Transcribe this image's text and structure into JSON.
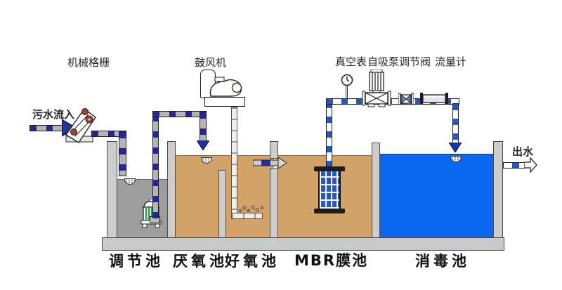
{
  "figure": {
    "type": "process-flow-diagram",
    "subject": "MBR membrane wastewater treatment process"
  },
  "labels": {
    "inflow": "污水流入",
    "outflow": "出水",
    "mechanical_screen": "机械格栅",
    "blower": "鼓风机",
    "vacuum_gauge": "真空表",
    "self_priming_pump": "自吸泵",
    "regulating_valve": "调节阀",
    "flow_meter": "流量计"
  },
  "tanks": [
    {
      "name": "调节池",
      "water_color": "#9d9d9d"
    },
    {
      "name": "厌氧池",
      "water_color": "#d2a267"
    },
    {
      "name": "好氧池",
      "water_color": "#d2a267"
    },
    {
      "name": "MBR膜池",
      "water_color": "#d2a267"
    },
    {
      "name": "消毒池",
      "water_color": "#0a67f2"
    }
  ],
  "colors": {
    "sewage_pipe_blue": "#23279b",
    "suction_pipe_blue": "#2157c8",
    "wall_gray": "#cdcdcd",
    "membrane_blue": "#2857c0",
    "pump_stripe_green": "#2f9e57",
    "screen_roller_brown": "#9a4632",
    "arrow_blue": "#1d2fae"
  }
}
